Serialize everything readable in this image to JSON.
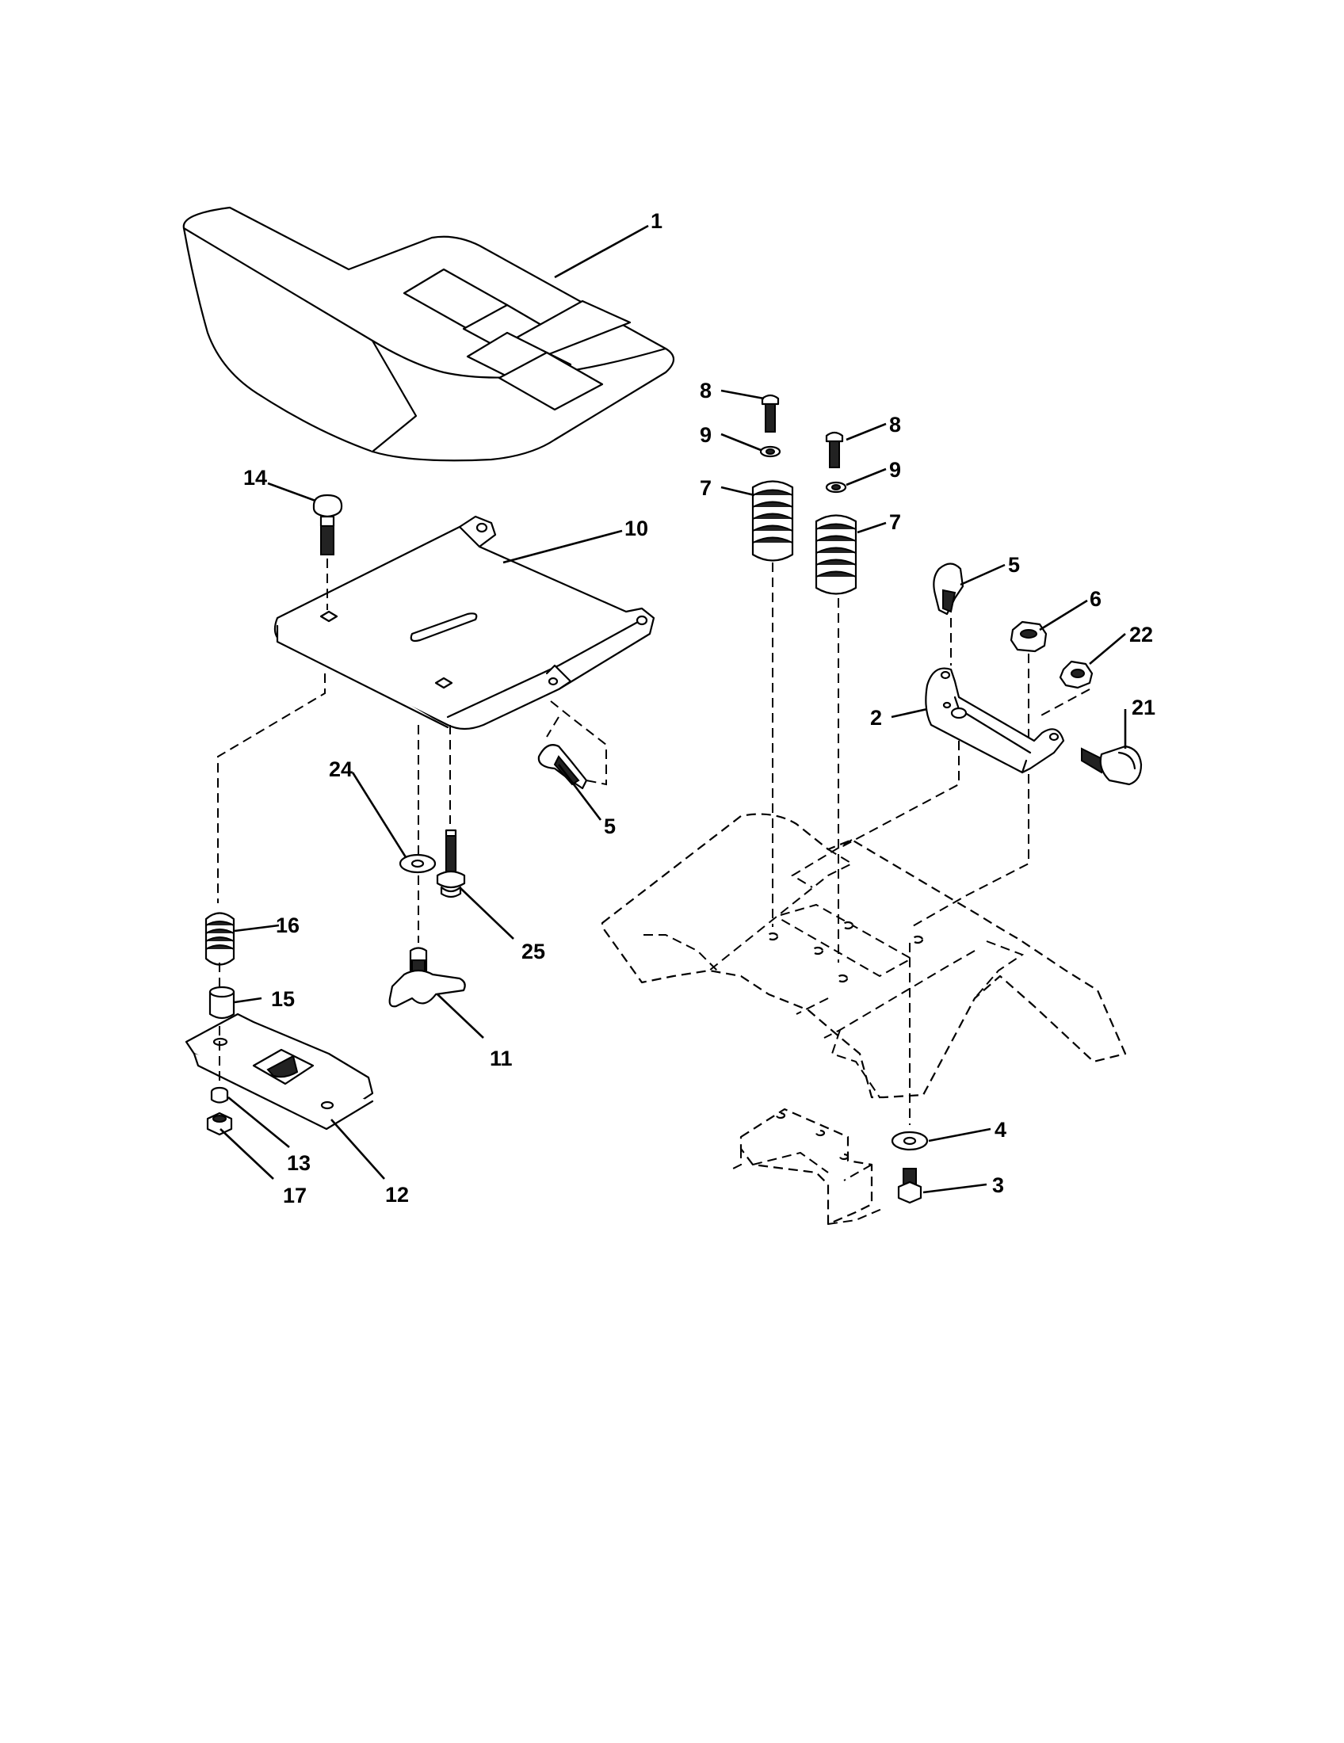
{
  "diagram": {
    "colors": {
      "ink": "#000000",
      "paper": "#ffffff"
    },
    "callouts": [
      {
        "id": "c1",
        "text": "1"
      },
      {
        "id": "c2",
        "text": "2"
      },
      {
        "id": "c3",
        "text": "3"
      },
      {
        "id": "c4",
        "text": "4"
      },
      {
        "id": "c5a",
        "text": "5"
      },
      {
        "id": "c5b",
        "text": "5"
      },
      {
        "id": "c6",
        "text": "6"
      },
      {
        "id": "c7a",
        "text": "7"
      },
      {
        "id": "c7b",
        "text": "7"
      },
      {
        "id": "c8a",
        "text": "8"
      },
      {
        "id": "c8b",
        "text": "8"
      },
      {
        "id": "c9a",
        "text": "9"
      },
      {
        "id": "c9b",
        "text": "9"
      },
      {
        "id": "c10",
        "text": "10"
      },
      {
        "id": "c11",
        "text": "11"
      },
      {
        "id": "c12",
        "text": "12"
      },
      {
        "id": "c13",
        "text": "13"
      },
      {
        "id": "c14",
        "text": "14"
      },
      {
        "id": "c15",
        "text": "15"
      },
      {
        "id": "c16",
        "text": "16"
      },
      {
        "id": "c17",
        "text": "17"
      },
      {
        "id": "c21",
        "text": "21"
      },
      {
        "id": "c22",
        "text": "22"
      },
      {
        "id": "c24",
        "text": "24"
      },
      {
        "id": "c25",
        "text": "25"
      }
    ]
  }
}
